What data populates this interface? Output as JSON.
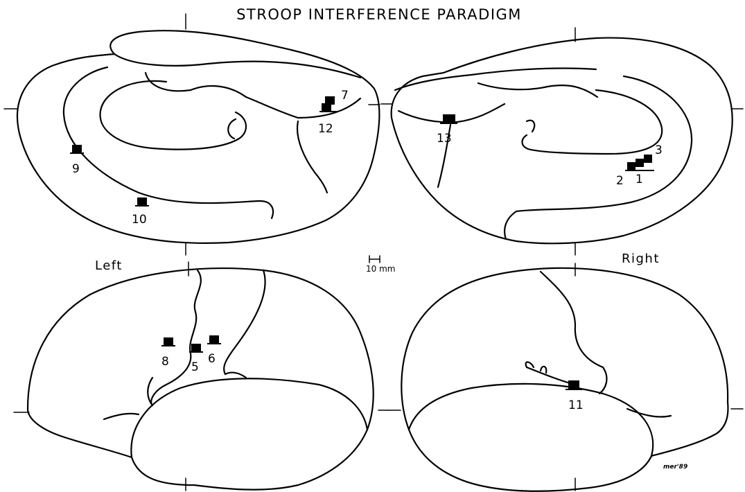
{
  "title": "STROOP INTERFERENCE PARADIGM",
  "hemisphere_labels": {
    "left": "Left",
    "right": "Right"
  },
  "scale_bar_label": "10 mm",
  "signature": "mer'89",
  "activation_sites": [
    {
      "label": "9",
      "view": "left-medial"
    },
    {
      "label": "10",
      "view": "left-medial"
    },
    {
      "label": "7",
      "view": "left-medial"
    },
    {
      "label": "12",
      "view": "left-medial"
    },
    {
      "label": "13",
      "view": "right-medial"
    },
    {
      "label": "3",
      "view": "right-medial"
    },
    {
      "label": "2",
      "view": "right-medial"
    },
    {
      "label": "1",
      "view": "right-medial"
    },
    {
      "label": "8",
      "view": "left-lateral"
    },
    {
      "label": "5",
      "view": "left-lateral"
    },
    {
      "label": "6",
      "view": "left-lateral"
    },
    {
      "label": "11",
      "view": "right-lateral"
    }
  ],
  "colors": {
    "ink": "#000000",
    "background": "#ffffff"
  }
}
